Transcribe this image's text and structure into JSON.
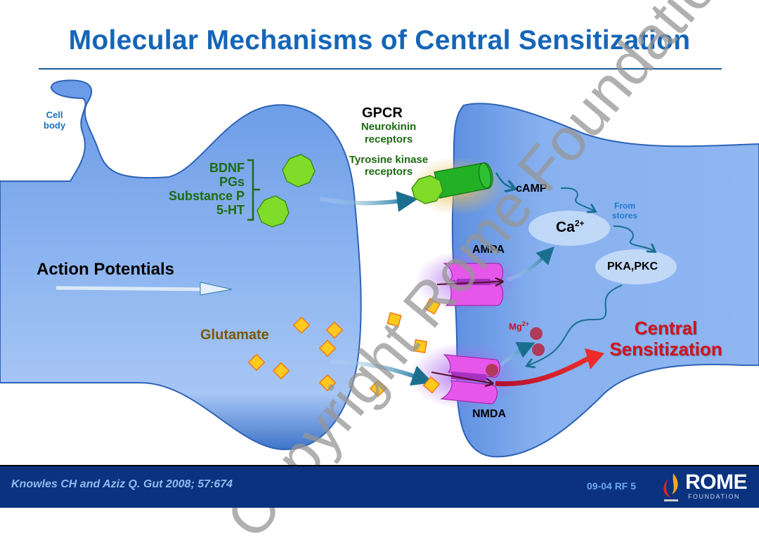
{
  "slide": {
    "title": "Molecular Mechanisms of Central Sensitization"
  },
  "presynaptic": {
    "cell_body_label_1": "Cell",
    "cell_body_label_2": "body",
    "mediators": [
      "BDNF",
      "PGs",
      "Substance P",
      "5-HT"
    ],
    "action_potentials": "Action Potentials",
    "glutamate": "Glutamate"
  },
  "receptors": {
    "gpcr": "GPCR",
    "neurokinin_1": "Neurokinin",
    "neurokinin_2": "receptors",
    "tyrosine_1": "Tyrosine kinase",
    "tyrosine_2": "receptors",
    "ampa": "AMPA",
    "nmda": "NMDA"
  },
  "postsynaptic": {
    "camp": "cAMP",
    "from_stores_1": "From",
    "from_stores_2": "stores",
    "ca": "Ca",
    "ca_sup": "2+",
    "pka_pkc": "PKA,PKC",
    "mg": "Mg",
    "mg_sup": "2+",
    "outcome_1": "Central",
    "outcome_2": "Sensitization"
  },
  "colors": {
    "title": "#1565b8",
    "mediator_text": "#1d6b12",
    "glutamate_text": "#7a5800",
    "outcome_text": "#d4101c",
    "footer_bg": "#0a327f",
    "cell_fill": "#7fabea"
  },
  "footer": {
    "citation": "Knowles CH and Aziz Q. Gut 2008; 57:674",
    "slide_id": "09-04  RF 5",
    "logo_word": "ROME",
    "logo_sub": "FOUNDATION"
  },
  "watermark": "Copyright Rome Foundation"
}
